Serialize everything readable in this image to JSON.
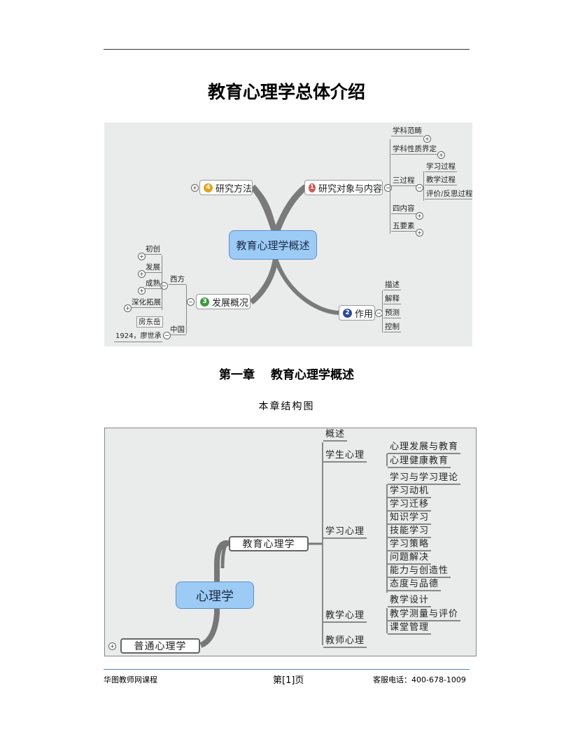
{
  "page": {
    "title": "教育心理学总体介绍",
    "chapter_title": "第一章　 教育心理学概述",
    "structure_label": "本章结构图"
  },
  "map1": {
    "center": "教育心理学概述",
    "branches": [
      {
        "number": "1",
        "label": "研究对象与内容",
        "badge_color": "#d9534f",
        "children": [
          {
            "label": "学科范畴",
            "collapsed": true
          },
          {
            "label": "学科性质界定",
            "collapsed": true
          },
          {
            "label": "三过程",
            "children": [
              "学习过程",
              "教学过程",
              "评价/反思过程"
            ]
          },
          {
            "label": "四内容",
            "collapsed": true
          },
          {
            "label": "五要素",
            "collapsed": true
          }
        ]
      },
      {
        "number": "2",
        "label": "作用",
        "badge_color": "#2c4a9a",
        "children": [
          "描述",
          "解释",
          "预测",
          "控制"
        ]
      },
      {
        "number": "3",
        "label": "发展概况",
        "badge_color": "#3d9a3d",
        "children": [
          {
            "label": "西方",
            "children": [
              "初创",
              "发展",
              "成熟",
              "深化拓展"
            ]
          },
          {
            "label": "中国",
            "children": [
              "房东岳",
              "1924，廖世承"
            ]
          }
        ]
      },
      {
        "number": "4",
        "label": "研究方法",
        "badge_color": "#e6a21a",
        "collapsed": true
      }
    ]
  },
  "map2": {
    "center": "心理学",
    "branches": [
      {
        "label": "教育心理学",
        "children": [
          {
            "label": "概述"
          },
          {
            "label": "学生心理",
            "children": [
              "心理发展与教育",
              "心理健康教育"
            ]
          },
          {
            "label": "学习心理",
            "children": [
              "学习与学习理论",
              "学习动机",
              "学习迁移",
              "知识学习",
              "技能学习",
              "学习策略",
              "问题解决",
              "能力与创造性",
              "态度与品德"
            ]
          },
          {
            "label": "教学心理",
            "children": [
              "教学设计",
              "教学测量与评价",
              "课堂管理"
            ]
          },
          {
            "label": "教师心理"
          }
        ]
      },
      {
        "label": "普通心理学",
        "collapsed": true
      }
    ]
  },
  "footer": {
    "left": "华图教师网课程",
    "center": "第[1]页",
    "right": "客服电话：400-678-1009"
  },
  "icons": {
    "expand": "+",
    "collapse": "−"
  }
}
